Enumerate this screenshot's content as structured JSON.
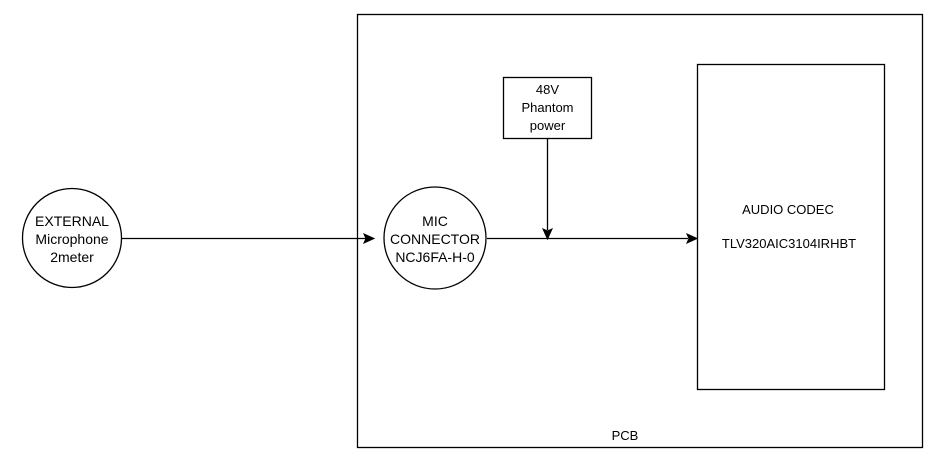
{
  "diagram": {
    "pcb": {
      "label": "PCB"
    },
    "external_mic": {
      "line1": "EXTERNAL",
      "line2": "Microphone",
      "line3": "2meter"
    },
    "mic_connector": {
      "line1": "MIC",
      "line2": "CONNECTOR",
      "line3": "NCJ6FA-H-0"
    },
    "phantom_power": {
      "line1": "48V",
      "line2": "Phantom",
      "line3": "power"
    },
    "audio_codec": {
      "title": "AUDIO CODEC",
      "part": "TLV320AIC3104IRHBT"
    },
    "colors": {
      "stroke": "#000000",
      "background": "#ffffff"
    }
  }
}
